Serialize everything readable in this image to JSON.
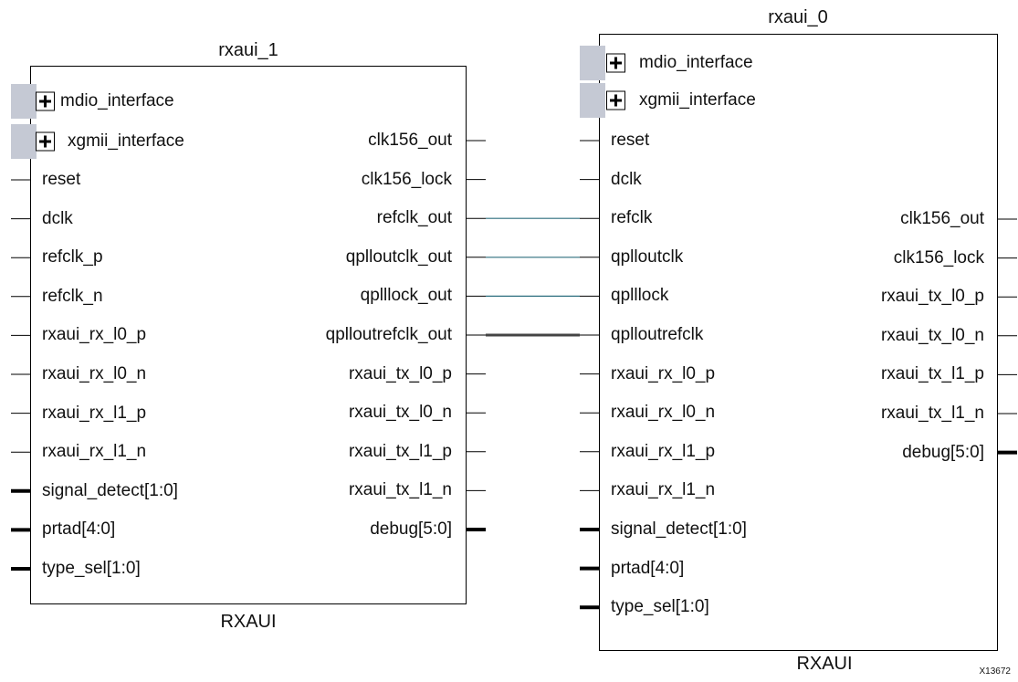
{
  "blocks": {
    "a": {
      "instance": "rxaui_1",
      "module": "RXAUI",
      "interfaces": [
        "mdio_interface",
        "xgmii_interface"
      ],
      "inputs": [
        "reset",
        "dclk",
        "refclk_p",
        "refclk_n",
        "rxaui_rx_l0_p",
        "rxaui_rx_l0_n",
        "rxaui_rx_l1_p",
        "rxaui_rx_l1_n",
        "signal_detect[1:0]",
        "prtad[4:0]",
        "type_sel[1:0]"
      ],
      "outputs": [
        "clk156_out",
        "clk156_lock",
        "refclk_out",
        "qplloutclk_out",
        "qplllock_out",
        "qplloutrefclk_out",
        "rxaui_tx_l0_p",
        "rxaui_tx_l0_n",
        "rxaui_tx_l1_p",
        "rxaui_tx_l1_n",
        "debug[5:0]"
      ]
    },
    "b": {
      "instance": "rxaui_0",
      "module": "RXAUI",
      "interfaces": [
        "mdio_interface",
        "xgmii_interface"
      ],
      "inputs": [
        "reset",
        "dclk",
        "refclk",
        "qplloutclk",
        "qplllock",
        "qplloutrefclk",
        "rxaui_rx_l0_p",
        "rxaui_rx_l0_n",
        "rxaui_rx_l1_p",
        "rxaui_rx_l1_n",
        "signal_detect[1:0]",
        "prtad[4:0]",
        "type_sel[1:0]"
      ],
      "outputs": [
        "clk156_out",
        "clk156_lock",
        "rxaui_tx_l0_p",
        "rxaui_tx_l0_n",
        "rxaui_tx_l1_p",
        "rxaui_tx_l1_n",
        "debug[5:0]"
      ]
    }
  },
  "figure_id": "X13672",
  "colors": {
    "wire": "#2e6f7f",
    "bus_wire": "#444444",
    "iface_bar": "#c5c9d4"
  }
}
